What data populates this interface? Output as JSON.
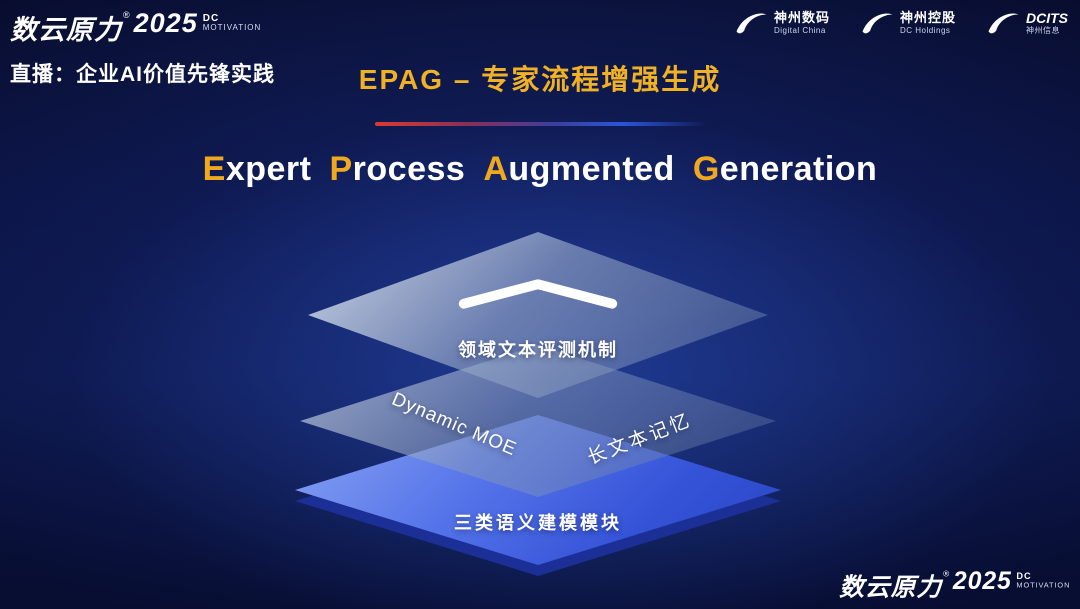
{
  "colors": {
    "accent_gold": "#f0a91f",
    "epag_title_gold": "#f0b125",
    "bottom_layer_blue": "#3453d7",
    "background_navy": "#0a1240",
    "divider_red": "#d93b30",
    "divider_blue": "#2b55d8"
  },
  "brand": {
    "name": "数云原力",
    "reg": "®",
    "year": "2025",
    "dc": "DC",
    "motivation": "MOTIVATION"
  },
  "header": {
    "live_label": "直播：企业AI价值先锋实践",
    "epag_title": "EPAG – 专家流程增强生成",
    "partners": [
      {
        "name": "神州数码",
        "sub": "Digital China"
      },
      {
        "name": "神州控股",
        "sub": "DC Holdings"
      },
      {
        "name": "DCITS",
        "sub": "神州信息"
      }
    ]
  },
  "main": {
    "title": {
      "w1_cap": "E",
      "w1_rest": "xpert",
      "w2_cap": "P",
      "w2_rest": "rocess",
      "w3_cap": "A",
      "w3_rest": "ugmented",
      "w4_cap": "G",
      "w4_rest": "eneration"
    },
    "diagram": {
      "top_layer_label": "领域文本评测机制",
      "middle_left_label": "Dynamic MOE",
      "middle_right_label": "长文本记忆",
      "bottom_layer_label": "三类语义建模模块"
    }
  }
}
